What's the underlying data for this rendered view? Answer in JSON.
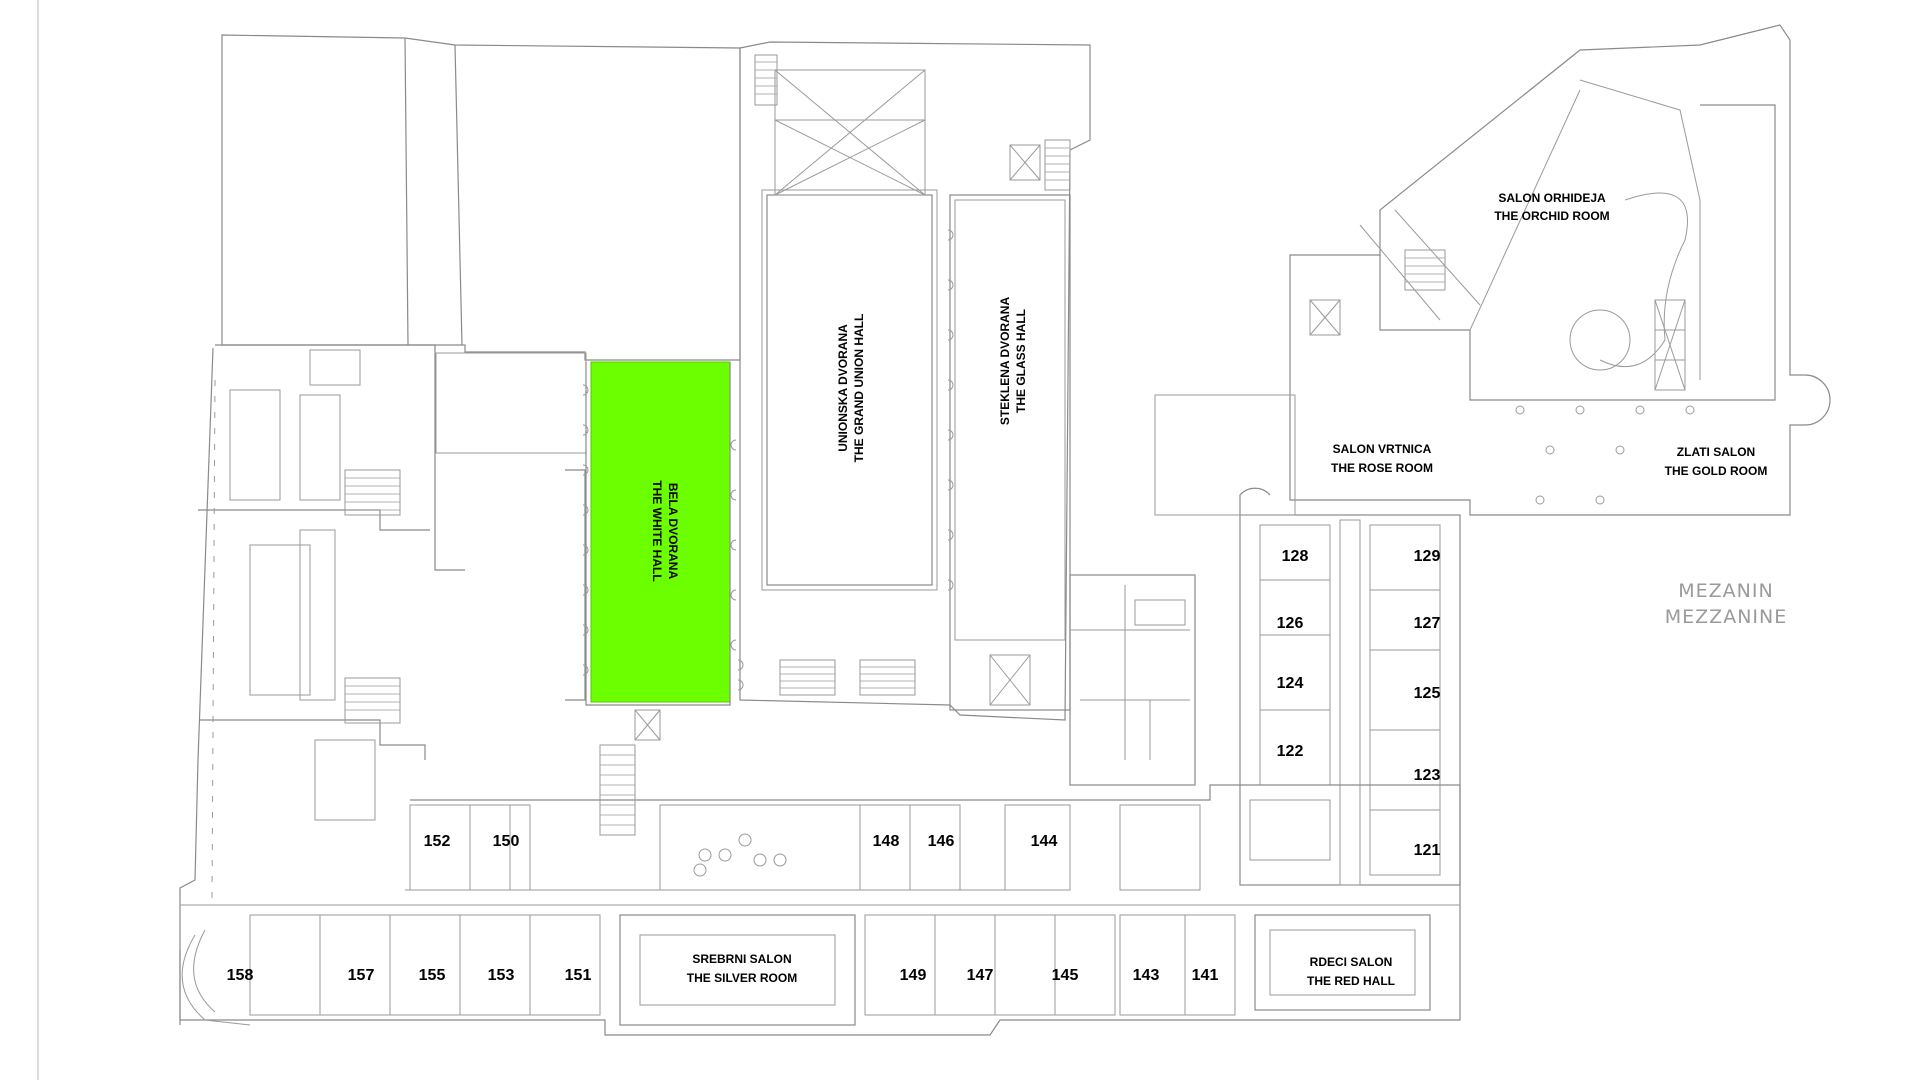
{
  "highlight_color": "#6cff00",
  "level": {
    "local": "MEZANIN",
    "english": "MEZZANINE"
  },
  "halls": {
    "white": {
      "local": "BELA DVORANA",
      "english": "THE WHITE HALL"
    },
    "union": {
      "local": "UNIONSKA DVORANA",
      "english": "THE GRAND UNION HALL"
    },
    "glass": {
      "local": "STEKLENA DVORANA",
      "english": "THE GLASS HALL"
    },
    "orchid": {
      "local": "SALON ORHIDEJA",
      "english": "THE ORCHID ROOM"
    },
    "rose": {
      "local": "SALON VRTNICA",
      "english": "THE ROSE ROOM"
    },
    "gold": {
      "local": "ZLATI SALON",
      "english": "THE GOLD ROOM"
    },
    "silver": {
      "local": "SREBRNI SALON",
      "english": "THE SILVER ROOM"
    },
    "red": {
      "local": "RDECI SALON",
      "english": "THE RED HALL"
    }
  },
  "rooms": {
    "r121": "121",
    "r122": "122",
    "r123": "123",
    "r124": "124",
    "r125": "125",
    "r126": "126",
    "r127": "127",
    "r128": "128",
    "r129": "129",
    "r141": "141",
    "r143": "143",
    "r144": "144",
    "r145": "145",
    "r146": "146",
    "r147": "147",
    "r148": "148",
    "r149": "149",
    "r150": "150",
    "r151": "151",
    "r152": "152",
    "r153": "153",
    "r155": "155",
    "r157": "157",
    "r158": "158"
  }
}
